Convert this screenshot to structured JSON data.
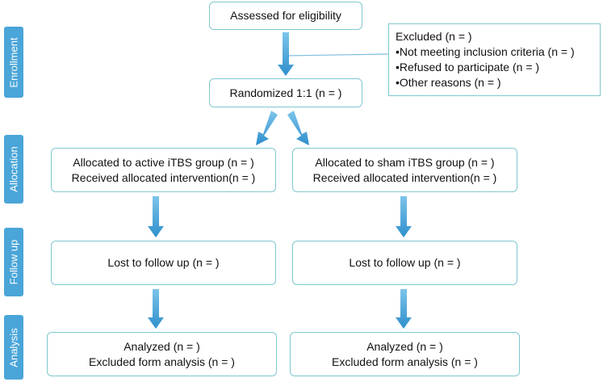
{
  "stages": {
    "enrollment": "Enrollment",
    "allocation": "Allocation",
    "follow_up": "Follow up",
    "analysis": "Analysis"
  },
  "assessed": "Assessed for eligibility",
  "excluded": {
    "title": "Excluded (n = )",
    "items": [
      "•Not meeting inclusion criteria (n = )",
      "•Refused to participate (n = )",
      "•Other reasons (n = )"
    ]
  },
  "randomized": "Randomized 1:1 (n = )",
  "active": {
    "allocated": "Allocated to active iTBS group (n = )",
    "received": "Received allocated intervention(n = )",
    "lost": "Lost to follow up (n = )",
    "analyzed": "Analyzed (n = )",
    "excluded_analysis": "Excluded form analysis (n = )"
  },
  "sham": {
    "allocated": "Allocated to sham iTBS group (n = )",
    "received": "Received allocated intervention(n = )",
    "lost": "Lost to follow up (n = )",
    "analyzed": "Analyzed (n = )",
    "excluded_analysis": "Excluded form analysis (n = )"
  },
  "colors": {
    "stage_bar": "#4aa5d8",
    "box_border": "#7fc8cf",
    "arrow": "#3fa1d6"
  }
}
